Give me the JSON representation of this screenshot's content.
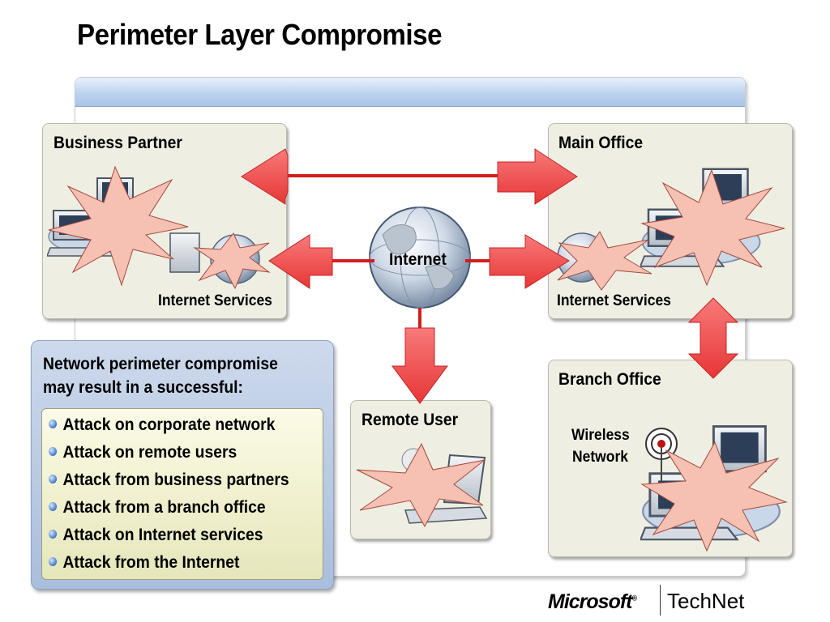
{
  "title": "Perimeter Layer Compromise",
  "panels": {
    "business_partner": {
      "label": "Business Partner",
      "services_label": "Internet Services"
    },
    "main_office": {
      "label": "Main Office",
      "services_label": "Internet Services"
    },
    "internet": {
      "label": "Internet"
    },
    "remote_user": {
      "label": "Remote User"
    },
    "branch_office": {
      "label": "Branch Office",
      "wireless_line1": "Wireless",
      "wireless_line2": "Network"
    }
  },
  "summary": {
    "heading_line1": "Network perimeter compromise",
    "heading_line2": "may result in a successful:",
    "items": [
      "Attack on corporate network",
      "Attack on remote users",
      "Attack from business partners",
      "Attack from a branch office",
      "Attack on Internet services",
      "Attack from the Internet"
    ]
  },
  "footer": {
    "brand": "Microsoft",
    "trademark": "®",
    "product": "TechNet"
  },
  "colors": {
    "arrow": "#ef4c4c",
    "line": "#d41d1d",
    "burst": "#f6c0b3",
    "panel": "#eeefe2"
  }
}
